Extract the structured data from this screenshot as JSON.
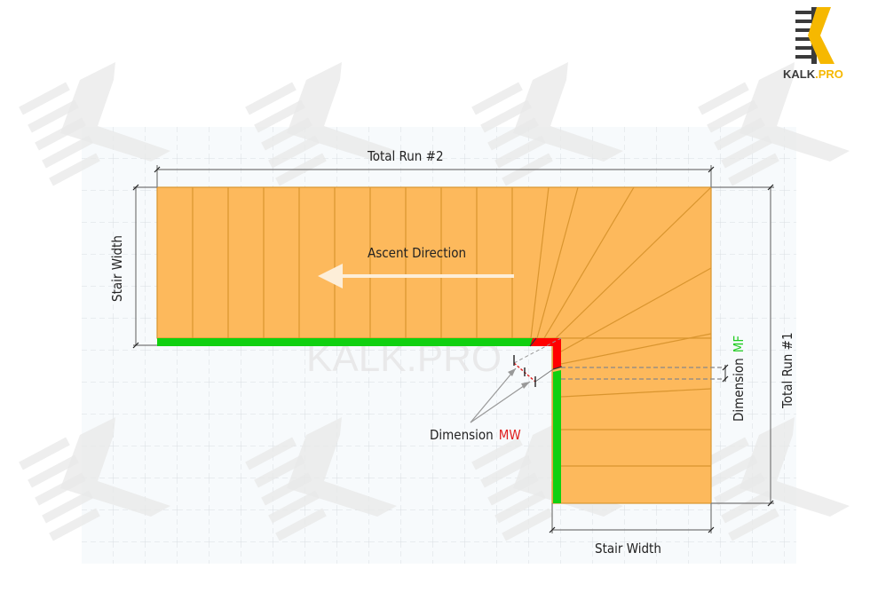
{
  "logo": {
    "brand": "KALK",
    "dot_pro": ".PRO",
    "accent_color": "#f6b800",
    "dark_color": "#3a3a3a"
  },
  "watermark": {
    "text": "KALK.PRO"
  },
  "labels": {
    "total_run_2": "Total Run #2",
    "total_run_1": "Total Run #1",
    "stair_width_left": "Stair Width",
    "stair_width_bottom": "Stair Width",
    "ascent_direction": "Ascent Direction",
    "dimension_mw_prefix": "Dimension",
    "dimension_mw_suffix": "MW",
    "dimension_mf_prefix": "Dimension",
    "dimension_mf_suffix": "MF"
  },
  "colors": {
    "tread_fill": "#fdb95c",
    "tread_line": "#d9952f",
    "stringer_green": "#10d010",
    "stringer_red": "#ff0000",
    "dim_line": "#777777",
    "mw_color": "#e02020",
    "mf_color": "#22cc22",
    "grid_bg": "#f7fafc",
    "grid_line": "#d8dde2"
  },
  "stair": {
    "type": "L-shaped winder stair",
    "upper_flight_straight_treads": 11,
    "winder_treads": 7,
    "lower_flight_straight_treads": 3
  }
}
